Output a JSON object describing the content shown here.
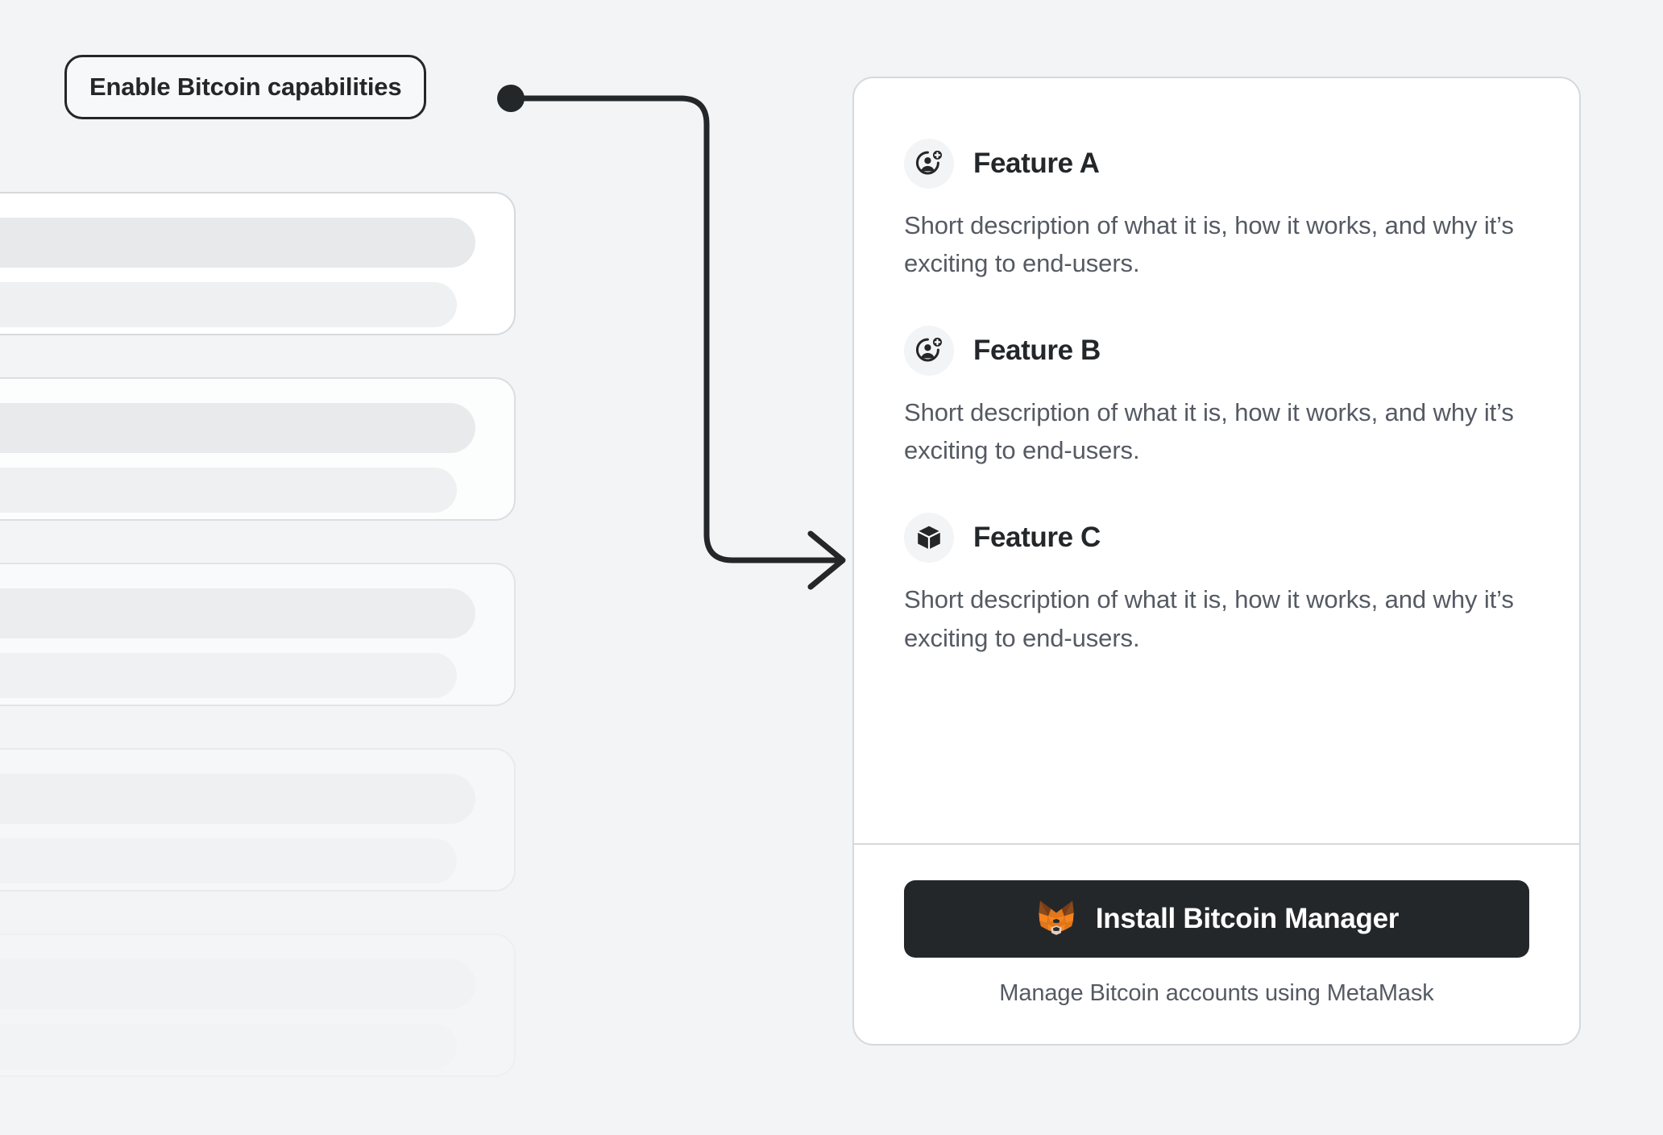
{
  "callout": {
    "label": "Enable Bitcoin capabilities",
    "dot_color": "#24272A",
    "border_color": "#24272A"
  },
  "connector": {
    "name": "arrow-connector",
    "stroke_color": "#24272A"
  },
  "skeleton": {
    "card_count": 5,
    "cards": [
      {
        "opacity_class": "sk-0"
      },
      {
        "opacity_class": "sk-1"
      },
      {
        "opacity_class": "sk-2"
      },
      {
        "opacity_class": "sk-3"
      },
      {
        "opacity_class": "sk-4"
      }
    ]
  },
  "card": {
    "background": "#FFFFFF",
    "border_color": "#D6D9DC",
    "features": [
      {
        "icon": "account-add-icon",
        "title": "Feature A",
        "description": "Short description of what it is, how it works, and why it’s exciting to end-users."
      },
      {
        "icon": "account-add-icon",
        "title": "Feature B",
        "description": "Short description of what it is, how it works, and why it’s exciting to end-users."
      },
      {
        "icon": "cube-icon",
        "title": "Feature C",
        "description": "Short description of what it is, how it works, and why it’s exciting to end-users."
      }
    ],
    "footer": {
      "install_button_label": "Install Bitcoin Manager",
      "install_button_icon": "metamask-fox-icon",
      "install_button_color": "#24272A",
      "caption": "Manage Bitcoin accounts using MetaMask"
    }
  },
  "colors": {
    "page_background": "#F2F4F6",
    "text_primary": "#24272A",
    "text_muted": "#555A63",
    "icon_badge_background": "#F2F4F6",
    "metamask_orange": "#E2761B"
  }
}
